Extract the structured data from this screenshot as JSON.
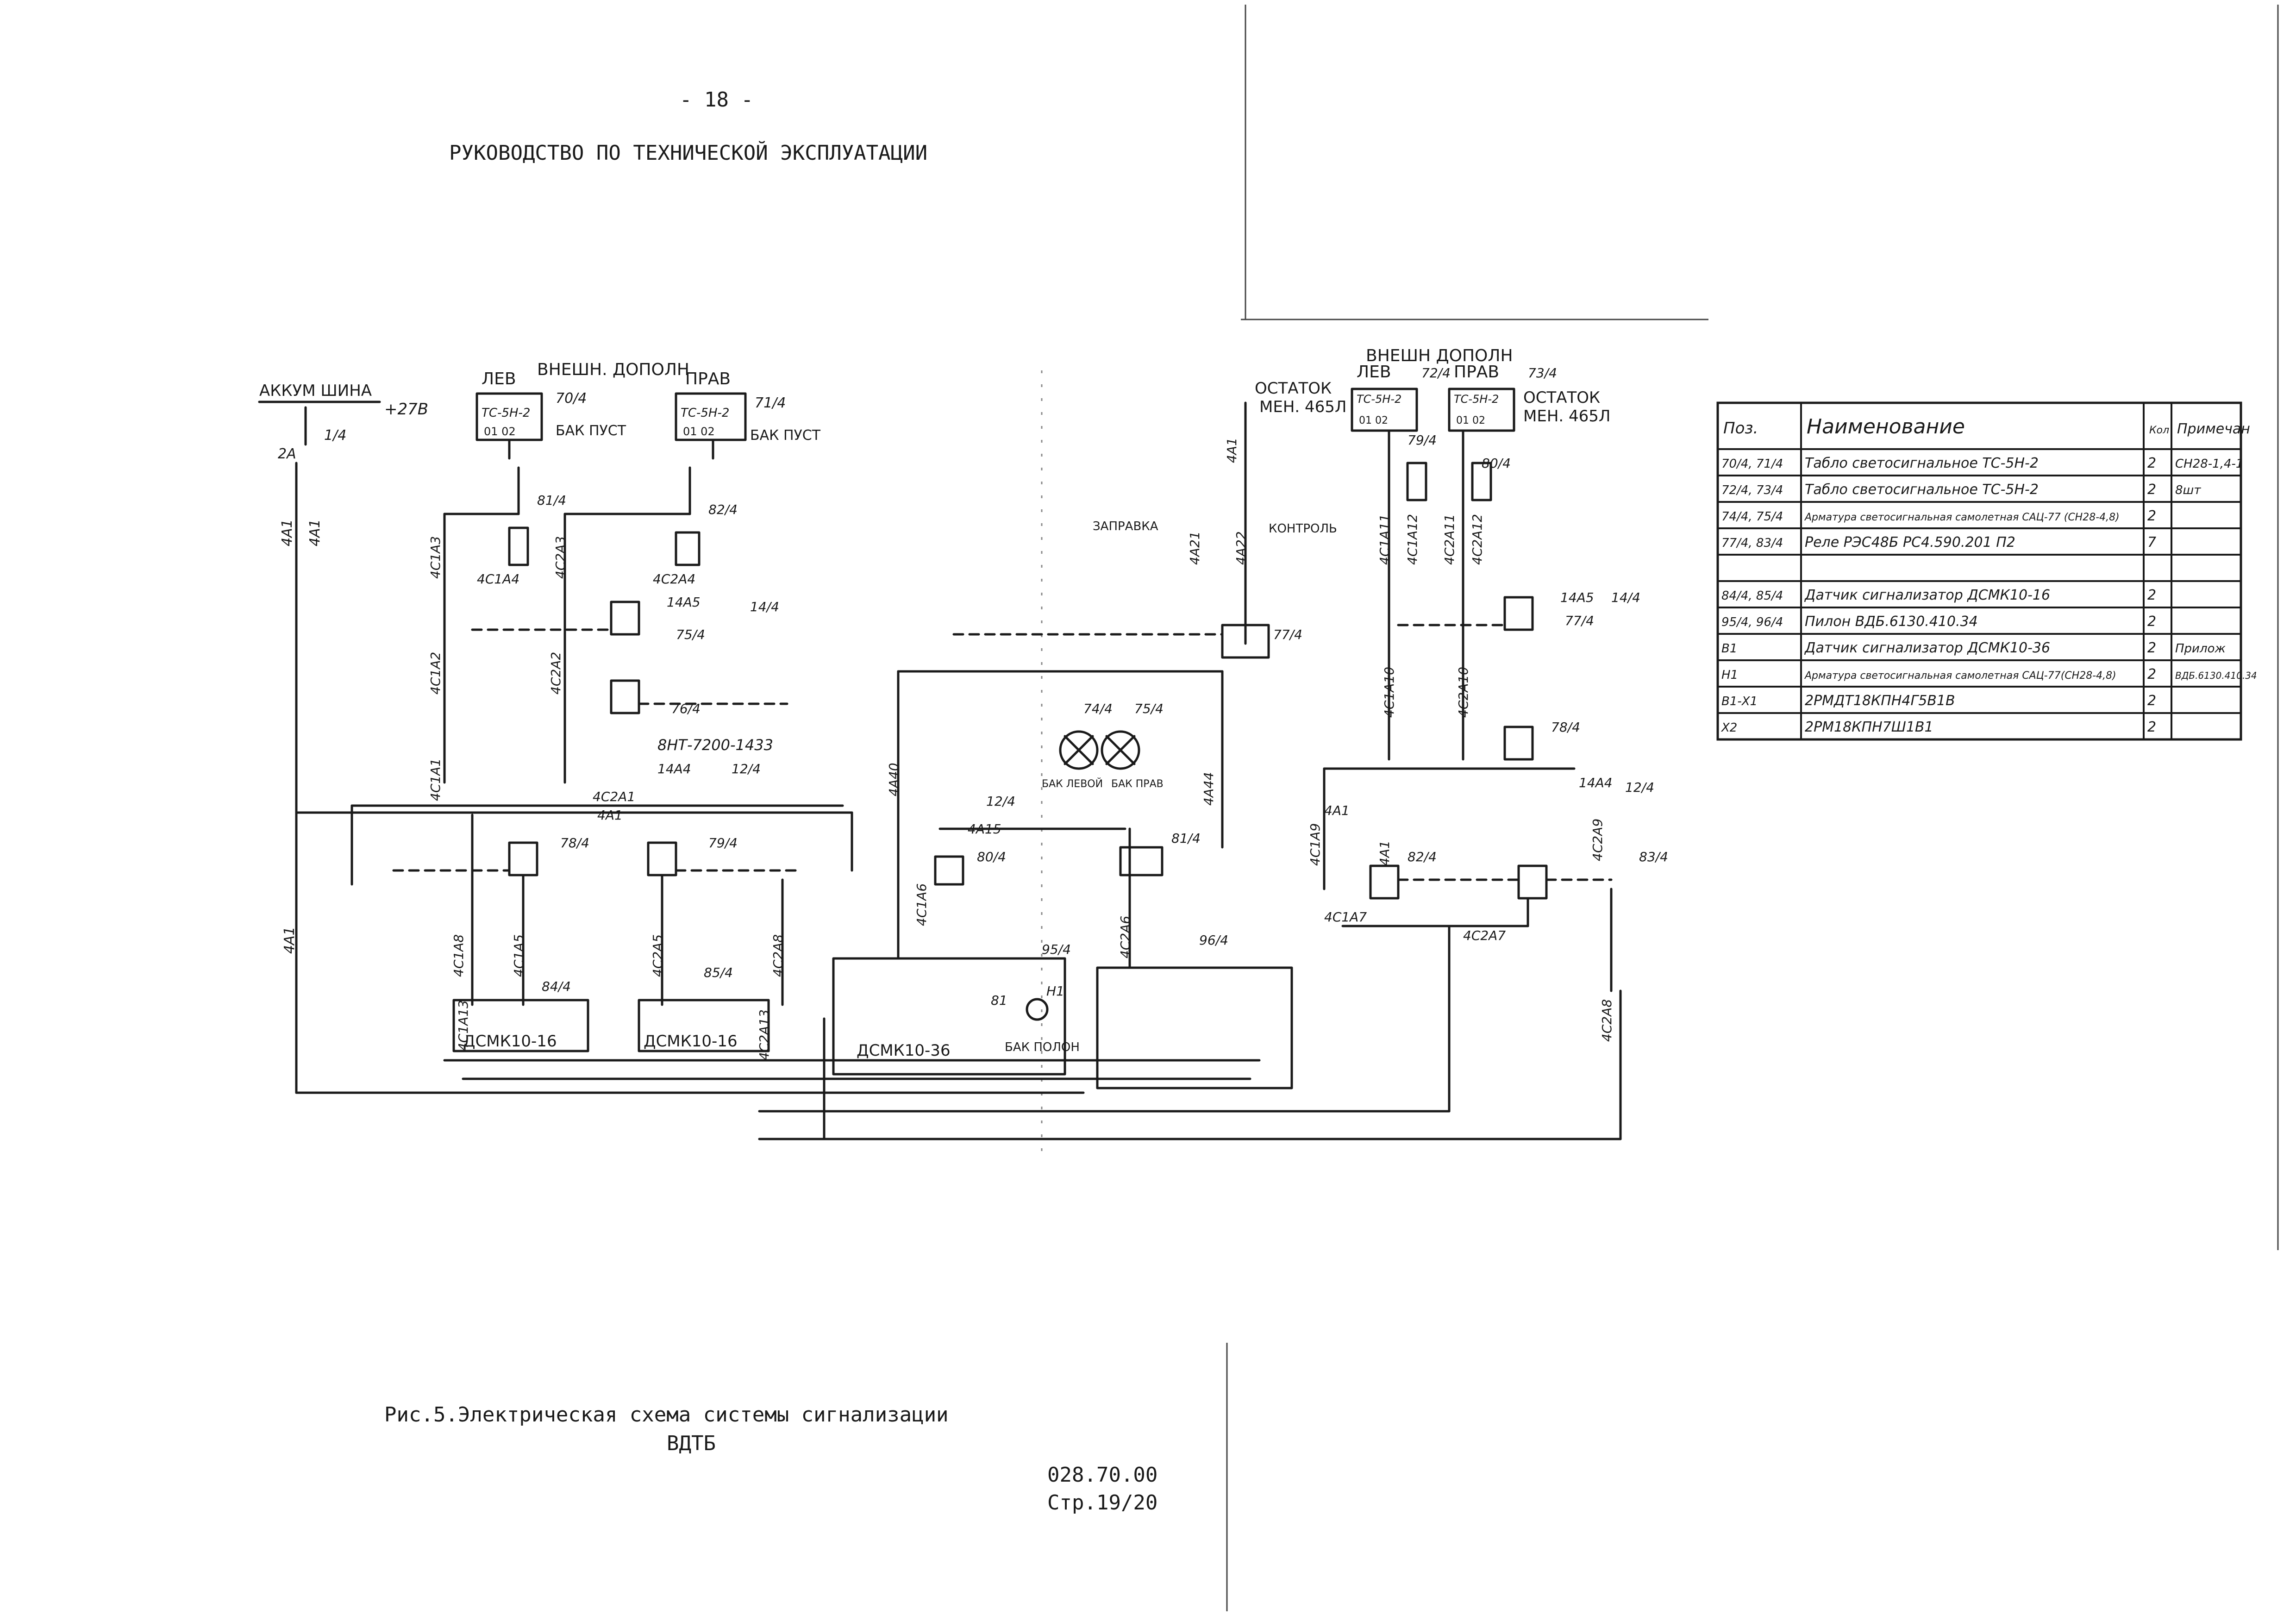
{
  "header": {
    "page_number": "- 18 -",
    "title": "РУКОВОДСТВО ПО ТЕХНИЧЕСКОЙ ЭКСПЛУАТАЦИИ"
  },
  "figure": {
    "caption_line1": "Рис.5.Электрическая схема системы сигнализации",
    "caption_line2": "ВДТБ"
  },
  "footer": {
    "doc_code": "028.70.00",
    "page_ref": "Стр.19/20"
  },
  "schematic": {
    "bus_label": "АККУМ ШИНА",
    "bus_voltage": "+27В",
    "bus_refs": [
      "1/4",
      "2А",
      "4А1",
      "4А1",
      "4А1"
    ],
    "group_left": {
      "caption": "ВНЕШН. ДОПОЛН",
      "lev": "ЛЕВ",
      "prav": "ПРАВ",
      "lamp_type": "ТС-5Н-2",
      "lamp_pins": "01 02",
      "ref_70": "70/4",
      "ref_71": "71/4",
      "bak_pust": "БАК ПУСТ"
    },
    "group_right": {
      "caption": "ВНЕШН ДОПОЛН",
      "lev": "ЛЕВ",
      "prav": "ПРАВ",
      "lamp_type": "ТС-5Н-2",
      "lamp_pins": "01 02",
      "ref_72": "72/4",
      "ref_73": "73/4",
      "ostatok": "ОСТАТОК",
      "men": "МЕН. 465Л"
    },
    "labels": {
      "zapravka": "ЗАПРАВКА",
      "kontrol": "КОНТРОЛЬ",
      "bak_levoy": "БАК ЛЕВОЙ",
      "bak_pravoy": "БАК ПРАВ",
      "bak_polon": "БАК ПОЛОН",
      "dsmk_16_left": "ДСМК10-16",
      "dsmk_16_right": "ДСМК10-16",
      "dsmk_36": "ДСМК10-36",
      "connector": "8НТ-7200-1433"
    },
    "refs": [
      "81/4",
      "82/4",
      "4С1А4",
      "4С2А4",
      "4С1А3",
      "4С2А3",
      "14А5",
      "14/4",
      "75/4",
      "76/4",
      "4С1А2",
      "4С2А2",
      "4С1А1",
      "4С2А1",
      "4А1",
      "14А4",
      "12/4",
      "78/4",
      "79/4",
      "4С1А8",
      "4С1А5",
      "4С2А5",
      "4С2А8",
      "84/4",
      "85/4",
      "4С1А13",
      "4С2А13",
      "4А40",
      "4А15",
      "80/4",
      "4С1А6",
      "95/4",
      "96/4",
      "81",
      "Н1",
      "4А44",
      "4С2А6",
      "81/4",
      "74/4",
      "75/4",
      "4А1",
      "4А21",
      "4А22",
      "77/4",
      "79/4",
      "80/4",
      "4С1А11",
      "4С1А12",
      "4С2А11",
      "4С2А12",
      "14А5",
      "14/4",
      "77/4",
      "4С1А10",
      "4С2А10",
      "78/4",
      "14А4",
      "12/4",
      "4С1А9",
      "4А1",
      "82/4",
      "4С1А7",
      "83/4",
      "4С2А9",
      "4С2А7",
      "4С2А8",
      "4А1",
      "12/4"
    ]
  },
  "table": {
    "columns": [
      "Поз.",
      "Наименование",
      "Кол",
      "Примечан"
    ],
    "rows": [
      [
        "70/4, 71/4",
        "Табло светосигнальное ТС-5Н-2",
        "2",
        "СН28-1,4-1"
      ],
      [
        "72/4, 73/4",
        "Табло светосигнальное ТС-5Н-2",
        "2",
        "8шт"
      ],
      [
        "74/4, 75/4",
        "Арматура светосигнальная самолетная САЦ-77 (СН28-4,8)",
        "2",
        ""
      ],
      [
        "77/4, 83/4",
        "Реле РЭС48Б РС4.590.201 П2",
        "7",
        ""
      ],
      [
        "",
        "",
        "",
        ""
      ],
      [
        "84/4, 85/4",
        "Датчик сигнализатор ДСМК10-16",
        "2",
        ""
      ],
      [
        "95/4, 96/4",
        "Пилон ВДБ.6130.410.34",
        "2",
        ""
      ],
      [
        "В1",
        "Датчик сигнализатор ДСМК10-36",
        "2",
        "Прилож"
      ],
      [
        "Н1",
        "Арматура светосигнальная самолетная САЦ-77(СН28-4,8)",
        "2",
        "ВДБ.6130.410.34"
      ],
      [
        "В1-Х1",
        "2РМДТ18КПН4Г5В1В",
        "2",
        ""
      ],
      [
        "Х2",
        "2РМ18КПН7Ш1В1",
        "2",
        ""
      ]
    ]
  }
}
